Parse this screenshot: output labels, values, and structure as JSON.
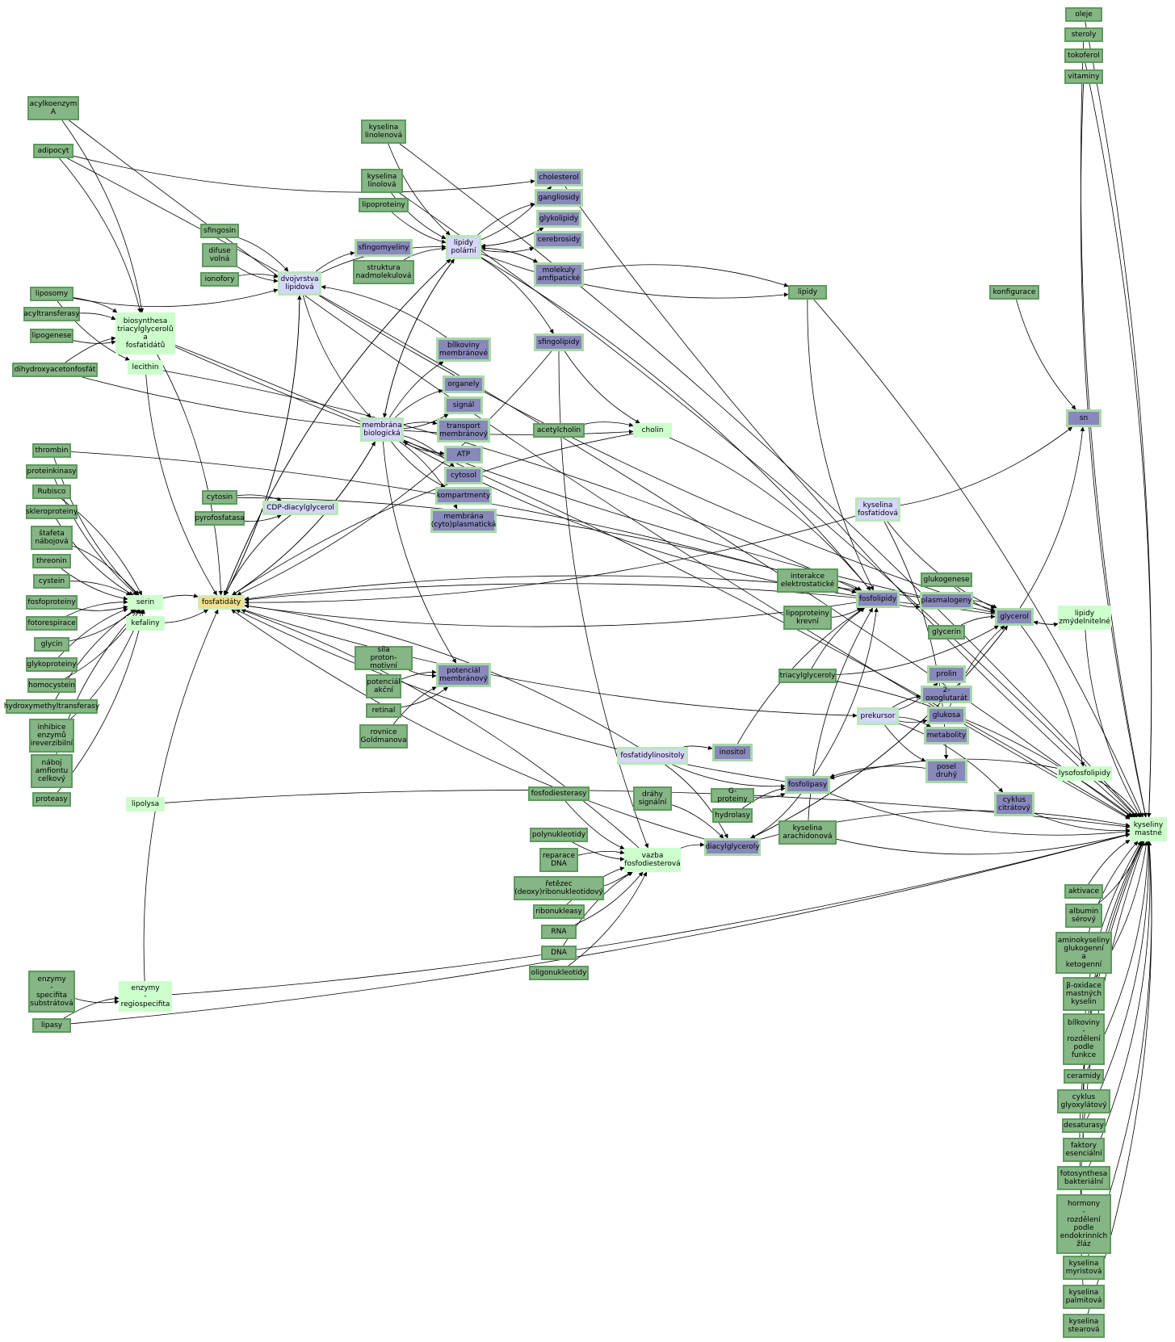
{
  "colors": {
    "green": "#86b586",
    "purple": "#8888bb",
    "lavender": "#d6d6ff",
    "mint": "#ccffcc",
    "yellow": "#f2e08c",
    "edge": "#000000"
  },
  "nodes": {
    "acylkoenzym": "acylkoenzym\nA",
    "adipocyt": "adipocyt",
    "kys_linolenova": "kyselina\nlinolenová",
    "kys_linolova": "kyselina\nlinolová",
    "lipoproteiny": "lipoproteiny",
    "sfingosin": "sfingosin",
    "difuse": "difuse\nvolná",
    "ionofory": "ionofory",
    "liposomy": "liposomy",
    "acyltransferasy": "acyltransferasy",
    "lipogenese": "lipogenese",
    "dihydroxy": "dihydroxyacetonfosfát",
    "biosynthesa": "biosynthesa\ntriacylglycerolů\na\nfosfatidátů",
    "lecithin": "lecithin",
    "thrombin": "thrombin",
    "proteinkinasy": "proteinkinasy",
    "rubisco": "Rubisco",
    "skleroproteiny": "skleroproteiny",
    "stafeta": "štafeta\nnábojová",
    "threonin": "threonin",
    "cystein": "cystein",
    "fosfoproteiny": "fosfoproteiny",
    "fotorespirace": "fotorespirace",
    "glycin": "glycin",
    "glykoproteiny": "glykoproteiny",
    "homocystein": "homocystein",
    "hydroxymethyl": "hydroxymethyltransferasy",
    "inhibice": "inhibice\nenzymů\nireverzibilní",
    "naboj": "náboj\namfiontu\ncelkový",
    "proteasy": "proteasy",
    "serin": "serin",
    "kefaliny": "kefaliny",
    "lipolysa": "lipolysa",
    "enzymy_spec": "enzymy\n-\nspecifita\nsubstrátová",
    "lipasy": "lipasy",
    "enzymy_regio": "enzymy\n-\nregiospecifita",
    "fosfatidaty": "fosfatidáty",
    "cytosin": "cytosin",
    "pyrofosfatasa": "pyrofosfatasa",
    "cdp": "CDP-diacylglycerol",
    "dvojvrstva": "dvojvrstva\nlipidová",
    "sfingomyeliny": "sfingomyeliny",
    "struktura": "struktura\nnadmolekulová",
    "lipidy_polarni": "lipidy\npolární",
    "membrana_bio": "membrána\nbiologická",
    "bilkoviny_memb": "bílkoviny\nmembránové",
    "organely": "organely",
    "signal": "signál",
    "transport": "transport\nmembránový",
    "atp": "ATP",
    "cytosol": "cytosol",
    "kompartmenty": "kompartmenty",
    "membrana_cyto": "membrána\n(cyto)plasmatická",
    "sila": "síla\nproton-motivní",
    "potencial_akcni": "potenciál\nakční",
    "retinal": "retinal",
    "rovnice": "rovnice\nGoldmanova",
    "potencial_memb": "potenciál\nmembránový",
    "cholesterol": "cholesterol",
    "gangliosidy": "gangliosidy",
    "glykolipidy": "glykolipidy",
    "cerebrosidy": "cerebrosidy",
    "molekuly": "molekuly\namfipatické",
    "sfingolipidy": "sfingolipidy",
    "acetylcholin": "acetylcholin",
    "cholin": "cholin",
    "lipidy": "lipidy",
    "konfigurace": "konfigurace",
    "sn": "sn",
    "kys_fosfatidova": "kyselina\nfosfatidová",
    "interakce": "interakce\nelektrostatické",
    "lipoproteiny_krevni": "lipoproteiny\nkrevní",
    "fosfolipidy": "fosfolipidy",
    "glukogenese": "glukogenese",
    "plasmalogeny": "plasmalogeny",
    "glycerin": "glycerin",
    "glycerol": "glycerol",
    "lipidy_zmyd": "lipidy\nzmýdelnitelné",
    "triacylglyceroly": "triacylglyceroly",
    "prolin": "prolin",
    "oxoglutarat": "2-oxoglutarát",
    "glukosa": "glukosa",
    "metabolity": "metabolity",
    "prekursor": "prekursor",
    "posel": "posel\ndruhý",
    "fosfatidylinositoly": "fosfatidylinositoly",
    "inositol": "inositol",
    "fosfodiesterasy": "fosfodiesterasy",
    "drahy": "dráhy\nsignální",
    "g_proteiny": "G-proteiny",
    "hydrolasy": "hydrolasy",
    "fosfolipasy": "fosfolipasy",
    "cyklus_citratovy": "cyklus\ncitrátový",
    "lysofosfolipidy": "lysofosfolipidy",
    "kys_arachidonova": "kyselina\narachidonová",
    "diacylglyceroly": "diacylglyceroly",
    "polynukleotidy": "polynukleotidy",
    "reparace": "reparace\nDNA",
    "retezec": "řetězec\n(deoxy)ribonukleotidový",
    "ribonukleasy": "ribonukleasy",
    "rna": "RNA",
    "dna": "DNA",
    "oligonukleotidy": "oligonukleotidy",
    "vazba": "vazba\nfosfodiesterová",
    "kyseliny_mastne": "kyseliny\nmastné",
    "oleje": "oleje",
    "steroly": "steroly",
    "tokoferol": "tokoferol",
    "vitaminy": "vitaminy",
    "aktivace": "aktivace",
    "albumin": "albumin\nsérový",
    "aminokyseliny": "aminokyseliny\nglukogenní\na\nketogenní",
    "beta_oxidace": "β-oxidace\nmastných\nkyselin",
    "bilkoviny_rozd": "bílkoviny\n-\nrozdělení\npodle\nfunkce",
    "ceramidy": "ceramidy",
    "cyklus_glyoxylatovy": "cyklus\nglyoxylátový",
    "desaturasy": "desaturasy",
    "faktory": "faktory\nesenciální",
    "fotosynthesa": "fotosynthesa\nbakteriální",
    "hormony": "hormony\n-\nrozdělení\npodle\nendokrinních\nžláz",
    "kys_myristova": "kyselina\nmyristová",
    "kys_palmitova": "kyselina\npalmitová",
    "kys_stearova": "kyselina\nstearová"
  }
}
